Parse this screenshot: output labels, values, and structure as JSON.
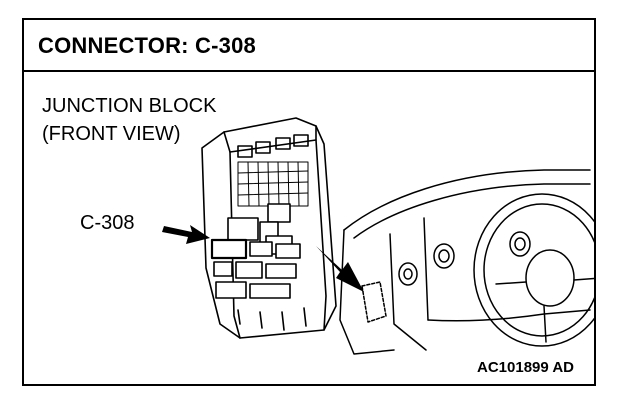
{
  "header": {
    "title": "CONNECTOR: C-308"
  },
  "caption": {
    "line1": "JUNCTION BLOCK",
    "line2": "(FRONT VIEW)"
  },
  "callout": {
    "connector_label": "C-308"
  },
  "footer": {
    "figure_code": "AC101899 AD"
  }
}
